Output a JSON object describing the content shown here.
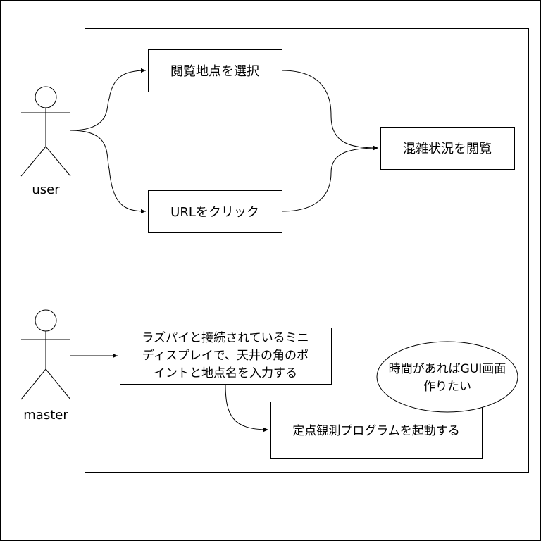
{
  "actors": {
    "user": {
      "label": "user"
    },
    "master": {
      "label": "master"
    }
  },
  "use_cases": {
    "select_point": "閲覧地点を選択",
    "click_url": "URLをクリック",
    "view_congestion": "混雑状況を閲覧",
    "input_points_line1": "ラズパイと接続されているミニ",
    "input_points_line2": "ディスプレイで、天井の角のポ",
    "input_points_line3": "イントと地点名を入力する",
    "start_program": "定点観測プログラムを起動する"
  },
  "note": {
    "line1": "時間があればGUI画面",
    "line2": "作りたい"
  }
}
